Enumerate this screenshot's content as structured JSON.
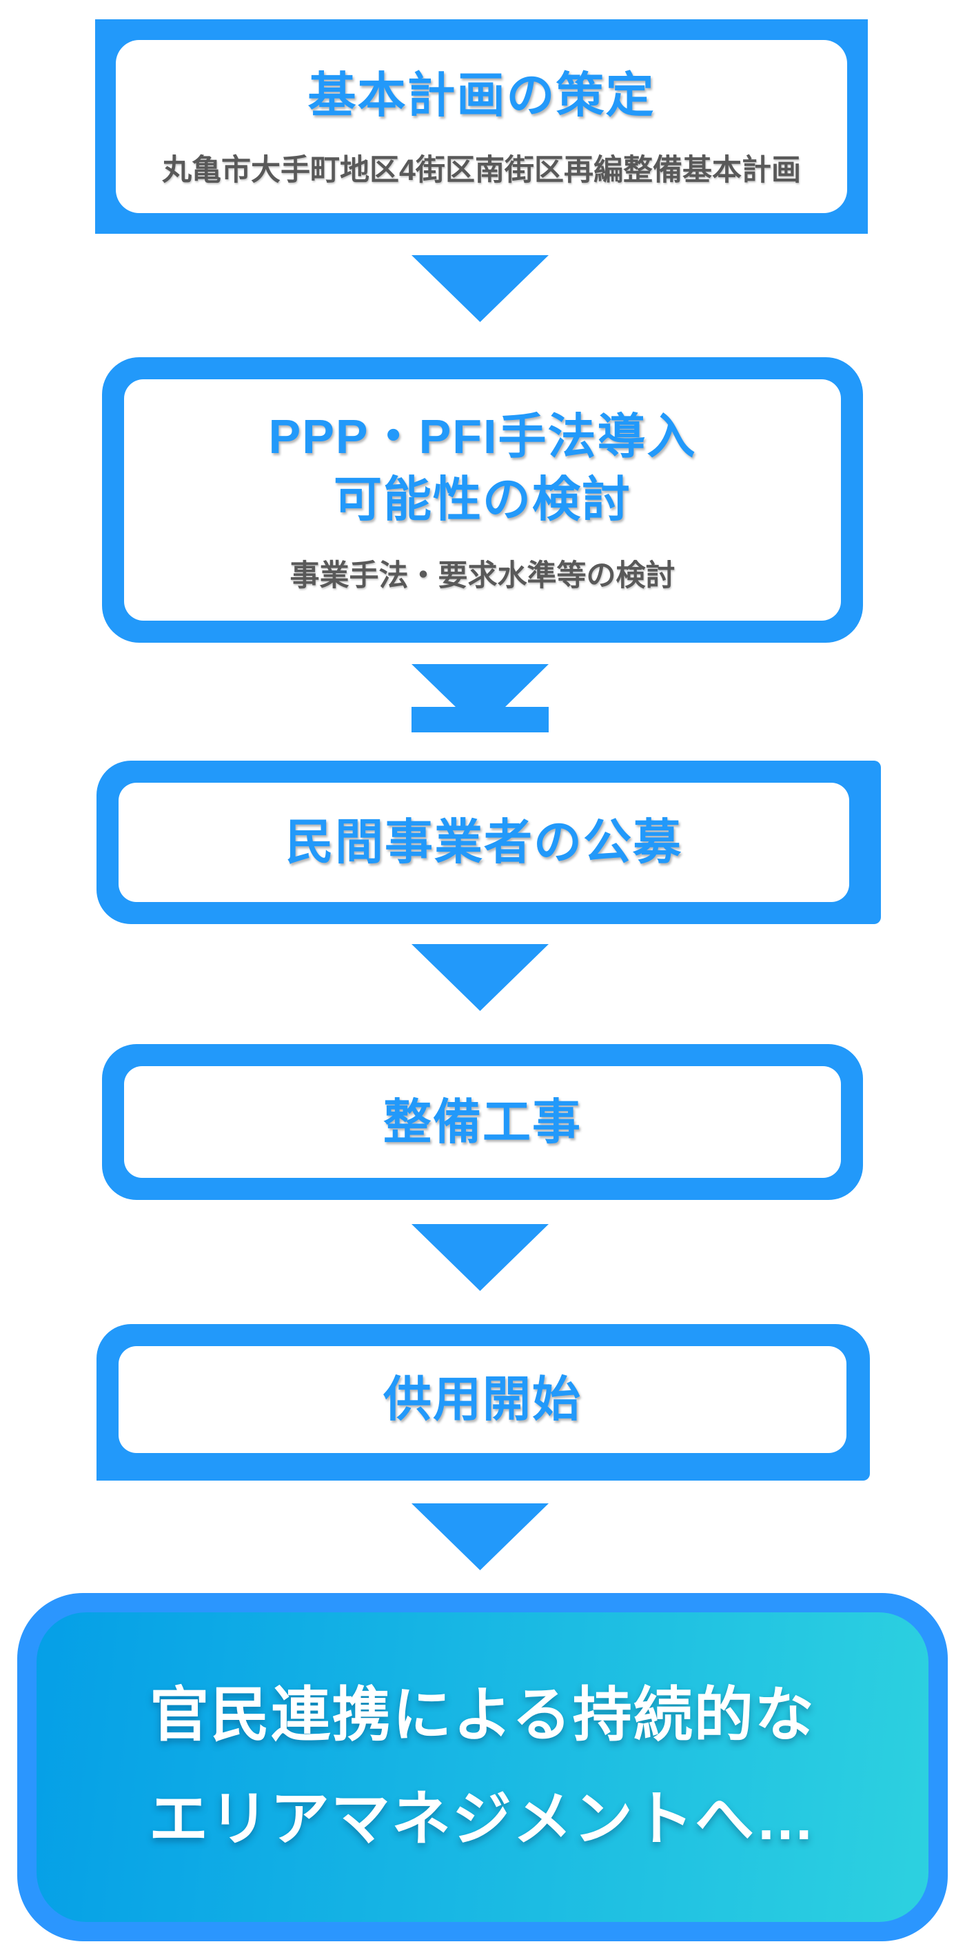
{
  "colors": {
    "primary_blue": "#2299FA",
    "subtitle_gray": "#595959",
    "result_border_blue": "#2B96FE",
    "result_gradient_left": "#059FE7",
    "result_gradient_right": "#2DD1E0",
    "result_text": "#FFFFFF",
    "box_inner_white": "#FFFFFF"
  },
  "flow": {
    "steps": [
      {
        "title": "基本計画の策定",
        "subtitle": "丸亀市大手町地区4街区南街区再編整備基本計画"
      },
      {
        "title_line1": "PPP・PFI手法導入",
        "title_line2": "可能性の検討",
        "subtitle": "事業手法・要求水準等の検討"
      },
      {
        "title": "民間事業者の公募"
      },
      {
        "title": "整備工事"
      },
      {
        "title": "供用開始"
      }
    ],
    "result": {
      "line1": "官民連携による持続的な",
      "line2": "エリアマネジメントへ…"
    }
  }
}
